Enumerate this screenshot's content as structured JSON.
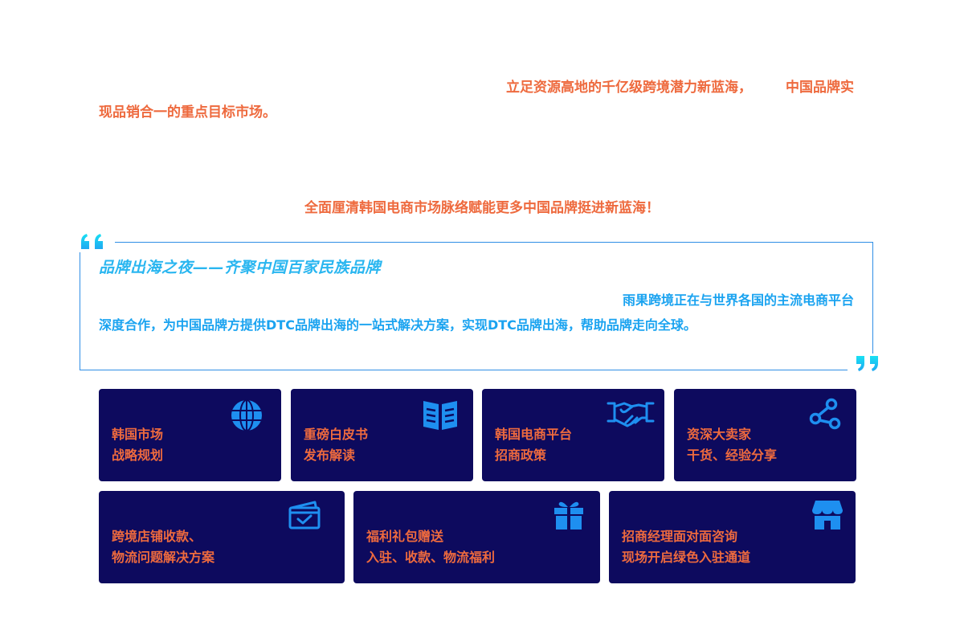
{
  "intro": {
    "line1a": "立足资源高地的千亿级跨境潜力新蓝海，",
    "line1b": "中国品牌实",
    "line2": "现品销合一的重点目标市场。"
  },
  "slogan": "全面厘清韩国电商市场脉络赋能更多中国品牌挺进新蓝海！",
  "event": {
    "title": "品牌出海之夜——齐聚中国百家民族品牌",
    "desc_line1": "雨果跨境正在与世界各国的主流电商平台",
    "desc_line2": "深度合作，为中国品牌方提供DTC品牌出海的一站式解决方案，实现DTC品牌出海，帮助品牌走向全球。"
  },
  "colors": {
    "orange": "#ee6a3e",
    "navy": "#0d0a5e",
    "blue": "#1e8ff0",
    "cyan": "#29d2f0"
  },
  "cards_row1": [
    {
      "icon": "globe-icon",
      "line1": "韩国市场",
      "line2": "战略规划"
    },
    {
      "icon": "book-icon",
      "line1": "重磅白皮书",
      "line2": "发布解读"
    },
    {
      "icon": "handshake-icon",
      "line1": "韩国电商平台",
      "line2": "招商政策"
    },
    {
      "icon": "share-icon",
      "line1": "资深大卖家",
      "line2": "干货、经验分享"
    }
  ],
  "cards_row2": [
    {
      "icon": "card-check-icon",
      "line1": "跨境店铺收款、",
      "line2": "物流问题解决方案"
    },
    {
      "icon": "gift-icon",
      "line1": "福利礼包赠送",
      "line2": "入驻、收款、物流福利"
    },
    {
      "icon": "store-icon",
      "line1": "招商经理面对面咨询",
      "line2": "现场开启绿色入驻通道"
    }
  ]
}
